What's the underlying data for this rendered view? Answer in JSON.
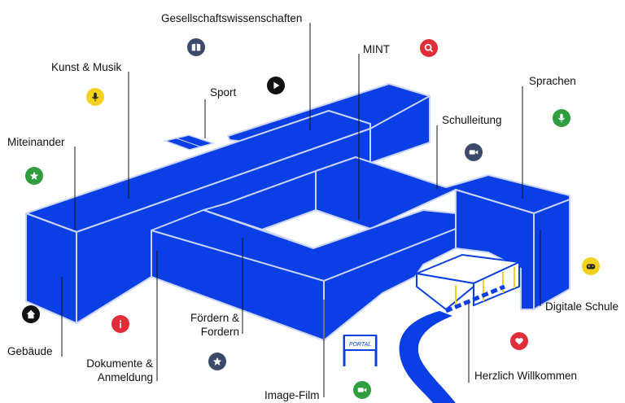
{
  "colors": {
    "building": "#0a3fe6",
    "building_edge": "#c9d4ff",
    "line": "#111111",
    "green": "#2e9e3e",
    "yellow": "#f4d11e",
    "red": "#e12d3a",
    "navy": "#3b4a6b",
    "black": "#111111"
  },
  "labels": {
    "gesellschaft": "Gesellschaftswissenschaften",
    "mint": "MINT",
    "kunst": "Kunst & Musik",
    "sport": "Sport",
    "sprachen": "Sprachen",
    "schulleitung": "Schulleitung",
    "miteinander": "Miteinander",
    "digitale": "Digitale Schule",
    "foerdern_1": "Fördern &",
    "foerdern_2": "Fordern",
    "dokumente_1": "Dokumente &",
    "dokumente_2": "Anmeldung",
    "gebaeude": "Gebäude",
    "image_film": "Image-Film",
    "herzlich": "Herzlich Willkommen"
  },
  "icons": [
    {
      "name": "book-icon",
      "color": "navy"
    },
    {
      "name": "search-icon",
      "color": "red"
    },
    {
      "name": "microphone-icon",
      "color": "yellow"
    },
    {
      "name": "play-icon",
      "color": "black"
    },
    {
      "name": "microphone-icon-2",
      "color": "green"
    },
    {
      "name": "video-icon",
      "color": "navy"
    },
    {
      "name": "star-icon",
      "color": "green"
    },
    {
      "name": "gamepad-icon",
      "color": "yellow"
    },
    {
      "name": "home-icon",
      "color": "black"
    },
    {
      "name": "info-icon",
      "color": "red"
    },
    {
      "name": "star-icon-2",
      "color": "navy"
    },
    {
      "name": "heart-icon",
      "color": "red"
    },
    {
      "name": "video-icon-2",
      "color": "green"
    }
  ],
  "sign_text": "PORTAL"
}
